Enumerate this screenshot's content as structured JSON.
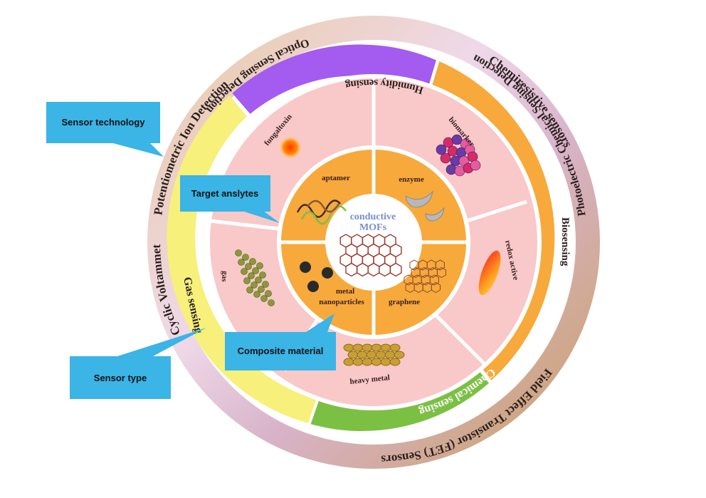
{
  "outer_ring": {
    "labels": {
      "chemiresistive": "Chemiresistive sensors",
      "fet": "Field Effect Transistor (FET) Sensors",
      "cyclic": "Cyclic Voltammetry",
      "photoelectric": "Photoelectric Chemical Sensing Detection",
      "optical": "Optical Sensing Detection",
      "potentiometric": "Potentiometric Ion Detection"
    }
  },
  "sensor_types": {
    "chemical": "Chemical sensing",
    "bio": "Biosensing",
    "humidity": "Humidity sensing",
    "gas": "Gas sensing"
  },
  "analytes": {
    "fungaltoxin": "fungaltoxin",
    "biomarker": "biomarker",
    "redox": "redox active",
    "heavy_metal": "heavy metal",
    "gas": "gas"
  },
  "composites": {
    "aptamer": "aptamer",
    "enzyme": "enzyme",
    "graphene": "graphene",
    "metal_line1": "metal",
    "metal_line2": "nanoparticles"
  },
  "center": {
    "line1": "conductive",
    "line2": "MOFs"
  },
  "callouts": {
    "sensor_technology": "Sensor technology",
    "target_analytes": "Target anslytes",
    "composite_material": "Composite material",
    "sensor_type": "Sensor type"
  },
  "colors": {
    "chemical": "#a35bf0",
    "bio": "#f7a93b",
    "humidity": "#7bc043",
    "gas": "#f7f07a",
    "pink": "#f9c8c8",
    "orange_core": "#f7a93b",
    "callout": "#3bb4e6"
  }
}
